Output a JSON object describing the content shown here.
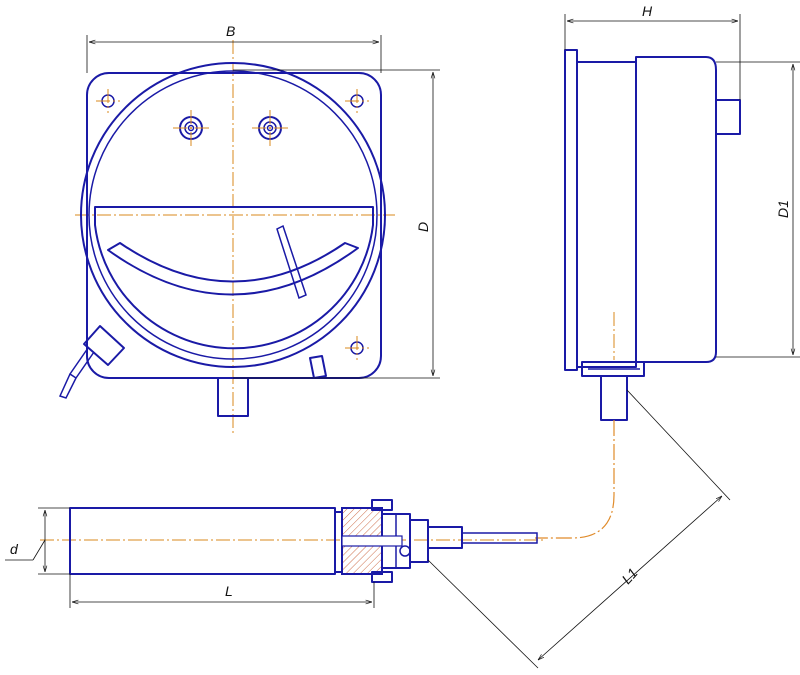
{
  "labels": {
    "B": "B",
    "H": "H",
    "D": "D",
    "D1": "D1",
    "d": "d",
    "L": "L",
    "L1": "L1"
  },
  "colors": {
    "outline": "#1a1aa6",
    "centerline": "#d98a1e",
    "dimension": "#111111",
    "hatch": "#c24a1e"
  }
}
